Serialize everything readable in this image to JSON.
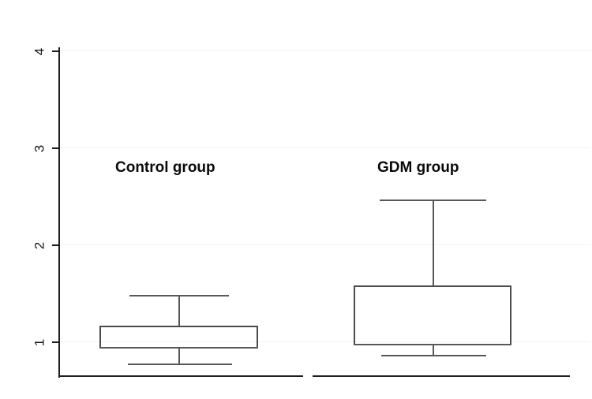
{
  "chart_data": {
    "type": "box",
    "title": "",
    "xlabel": "",
    "ylabel": "",
    "ylim": [
      0.6,
      4.3
    ],
    "yticks": [
      1,
      2,
      3,
      4
    ],
    "ytick_labels": [
      "1",
      "2",
      "3",
      "4"
    ],
    "grid": true,
    "legend": "none",
    "categories": [
      "Control group",
      "GDM group"
    ],
    "series": [
      {
        "name": "Control group",
        "whisker_low": 0.77,
        "q1": 0.94,
        "median": 0.94,
        "q3": 1.16,
        "whisker_high": 1.48
      },
      {
        "name": "GDM group",
        "whisker_low": 0.86,
        "q1": 0.96,
        "median": 0.96,
        "q3": 1.57,
        "whisker_high": 2.46
      }
    ]
  },
  "axis": {
    "ticks": [
      {
        "label": "4",
        "value": 4
      },
      {
        "label": "3",
        "value": 3
      },
      {
        "label": "2",
        "value": 2
      },
      {
        "label": "1",
        "value": 1
      }
    ]
  },
  "labels": {
    "control": "Control group",
    "gdm": "GDM group"
  },
  "colors": {
    "axis": "#1d1d1f",
    "box_stroke": "#4a4a4a",
    "whisker": "#585858",
    "gridline": "#f2f2f2",
    "label_text": "#0a0a0a",
    "background": "#ffffff"
  }
}
